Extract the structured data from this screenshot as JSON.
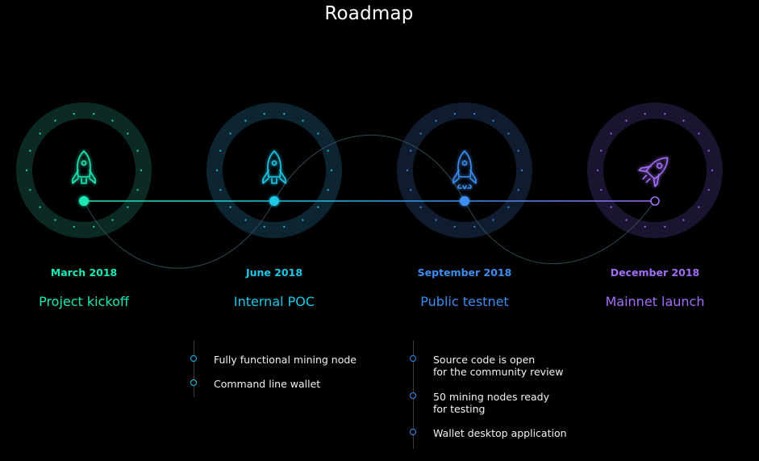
{
  "title": "Roadmap",
  "milestones": [
    {
      "date": "March 2018",
      "title": "Project kickoff",
      "color": "#1de9b6",
      "ring": "#0c2a24",
      "icon": "rocket-outline-icon"
    },
    {
      "date": "June 2018",
      "title": "Internal POC",
      "color": "#1ec8e6",
      "ring": "#0c2530",
      "icon": "rocket-outline-icon"
    },
    {
      "date": "September 2018",
      "title": "Public testnet",
      "color": "#3d8ef0",
      "ring": "#0f1c2e",
      "icon": "rocket-launch-icon"
    },
    {
      "date": "December 2018",
      "title": "Mainnet launch",
      "color": "#a16ef5",
      "ring": "#1a1430",
      "icon": "rocket-flying-icon"
    }
  ],
  "details": [
    {
      "color": "#1ec8e6",
      "items": [
        "Fully functional mining node",
        "Command line wallet"
      ]
    },
    {
      "color": "#3d8ef0",
      "items": [
        "Source code is open\nfor the community review",
        "50 mining nodes ready\nfor testing",
        "Wallet desktop application"
      ]
    }
  ]
}
